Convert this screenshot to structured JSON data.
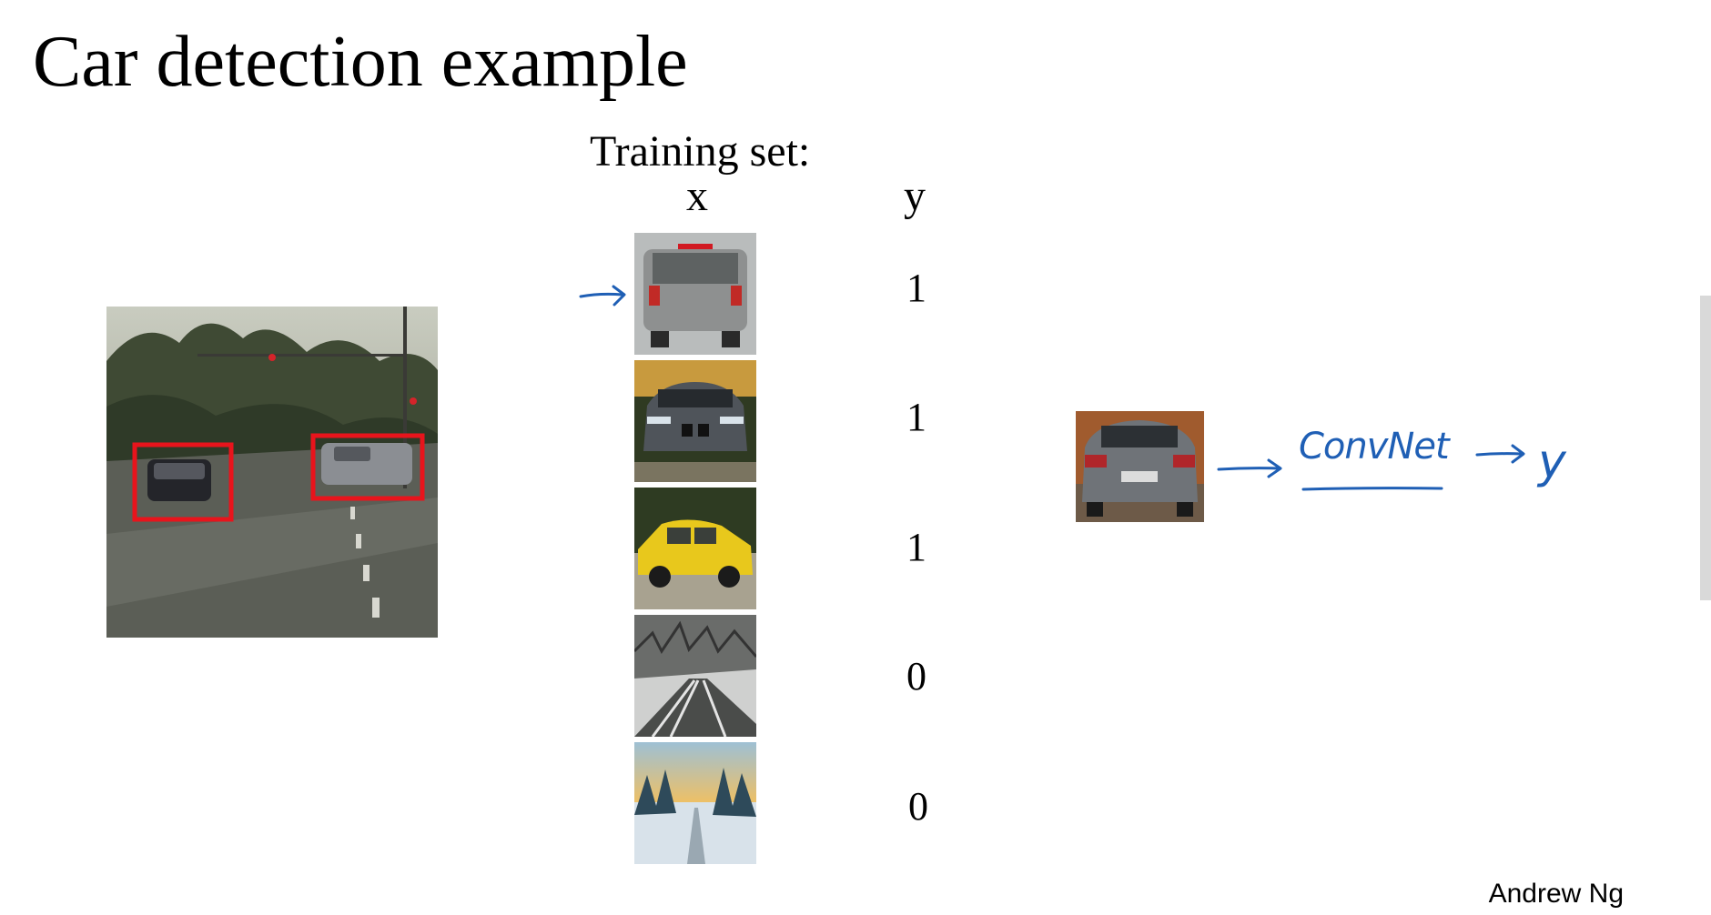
{
  "slide": {
    "title": "Car detection example",
    "training_label": "Training set:",
    "x_header": "x",
    "y_header": "y",
    "labels": [
      "1",
      "1",
      "1",
      "0",
      "0"
    ],
    "annotation": {
      "convnet": "ConvNet",
      "output": "y"
    },
    "credit": "Andrew Ng",
    "colors": {
      "ink": "#1f5fb5",
      "box": "#e8141c"
    }
  }
}
